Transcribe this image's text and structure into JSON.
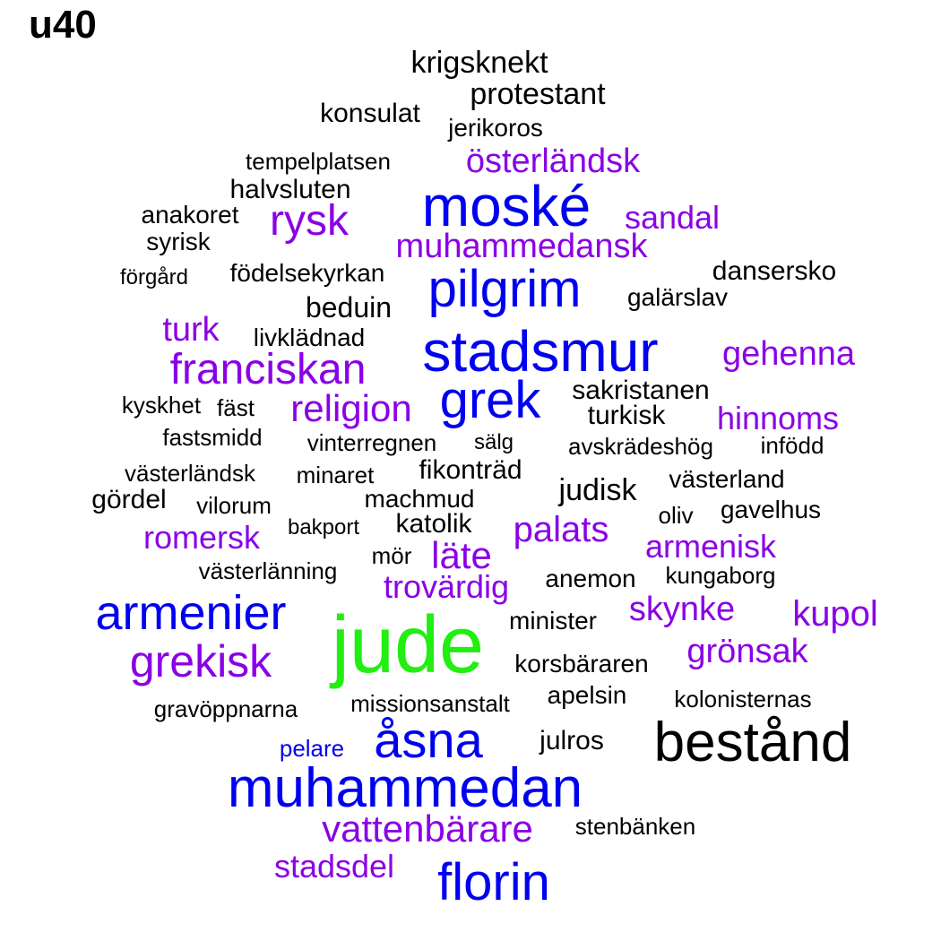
{
  "title": "u40",
  "colors": {
    "black": "#000000",
    "purple": "#8a00e6",
    "blue": "#0000f0",
    "green": "#22ee11"
  },
  "words": [
    {
      "text": "krigsknekt",
      "color": "black"
    },
    {
      "text": "protestant",
      "color": "black"
    },
    {
      "text": "konsulat",
      "color": "black"
    },
    {
      "text": "jerikoros",
      "color": "black"
    },
    {
      "text": "tempelplatsen",
      "color": "black"
    },
    {
      "text": "österländsk",
      "color": "purple"
    },
    {
      "text": "halvsluten",
      "color": "black"
    },
    {
      "text": "moské",
      "color": "blue"
    },
    {
      "text": "anakoret",
      "color": "black"
    },
    {
      "text": "rysk",
      "color": "purple"
    },
    {
      "text": "sandal",
      "color": "purple"
    },
    {
      "text": "syrisk",
      "color": "black"
    },
    {
      "text": "muhammedansk",
      "color": "purple"
    },
    {
      "text": "förgård",
      "color": "black"
    },
    {
      "text": "födelsekyrkan",
      "color": "black"
    },
    {
      "text": "dansersko",
      "color": "black"
    },
    {
      "text": "pilgrim",
      "color": "blue"
    },
    {
      "text": "galärslav",
      "color": "black"
    },
    {
      "text": "beduin",
      "color": "black"
    },
    {
      "text": "turk",
      "color": "purple"
    },
    {
      "text": "livklädnad",
      "color": "black"
    },
    {
      "text": "stadsmur",
      "color": "blue"
    },
    {
      "text": "gehenna",
      "color": "purple"
    },
    {
      "text": "franciskan",
      "color": "purple"
    },
    {
      "text": "grek",
      "color": "blue"
    },
    {
      "text": "sakristanen",
      "color": "black"
    },
    {
      "text": "religion",
      "color": "purple"
    },
    {
      "text": "kyskhet",
      "color": "black"
    },
    {
      "text": "fäst",
      "color": "black"
    },
    {
      "text": "turkisk",
      "color": "black"
    },
    {
      "text": "hinnoms",
      "color": "purple"
    },
    {
      "text": "fastsmidd",
      "color": "black"
    },
    {
      "text": "vinterregnen",
      "color": "black"
    },
    {
      "text": "sälg",
      "color": "black"
    },
    {
      "text": "avskrädeshög",
      "color": "black"
    },
    {
      "text": "infödd",
      "color": "black"
    },
    {
      "text": "västerländsk",
      "color": "black"
    },
    {
      "text": "minaret",
      "color": "black"
    },
    {
      "text": "fikonträd",
      "color": "black"
    },
    {
      "text": "västerland",
      "color": "black"
    },
    {
      "text": "gördel",
      "color": "black"
    },
    {
      "text": "vilorum",
      "color": "black"
    },
    {
      "text": "machmud",
      "color": "black"
    },
    {
      "text": "judisk",
      "color": "black"
    },
    {
      "text": "oliv",
      "color": "black"
    },
    {
      "text": "gavelhus",
      "color": "black"
    },
    {
      "text": "bakport",
      "color": "black"
    },
    {
      "text": "katolik",
      "color": "black"
    },
    {
      "text": "palats",
      "color": "purple"
    },
    {
      "text": "romersk",
      "color": "purple"
    },
    {
      "text": "armenisk",
      "color": "purple"
    },
    {
      "text": "läte",
      "color": "purple"
    },
    {
      "text": "västerlänning",
      "color": "black"
    },
    {
      "text": "mör",
      "color": "black"
    },
    {
      "text": "anemon",
      "color": "black"
    },
    {
      "text": "kungaborg",
      "color": "black"
    },
    {
      "text": "trovärdig",
      "color": "purple"
    },
    {
      "text": "armenier",
      "color": "blue"
    },
    {
      "text": "skynke",
      "color": "purple"
    },
    {
      "text": "kupol",
      "color": "purple"
    },
    {
      "text": "minister",
      "color": "black"
    },
    {
      "text": "jude",
      "color": "green"
    },
    {
      "text": "grekisk",
      "color": "purple"
    },
    {
      "text": "grönsak",
      "color": "purple"
    },
    {
      "text": "korsbäraren",
      "color": "black"
    },
    {
      "text": "apelsin",
      "color": "black"
    },
    {
      "text": "kolonisternas",
      "color": "black"
    },
    {
      "text": "gravöppnarna",
      "color": "black"
    },
    {
      "text": "missionsanstalt",
      "color": "black"
    },
    {
      "text": "åsna",
      "color": "blue"
    },
    {
      "text": "bestånd",
      "color": "black"
    },
    {
      "text": "pelare",
      "color": "blue"
    },
    {
      "text": "julros",
      "color": "black"
    },
    {
      "text": "muhammedan",
      "color": "blue"
    },
    {
      "text": "vattenbärare",
      "color": "purple"
    },
    {
      "text": "stenbänken",
      "color": "black"
    },
    {
      "text": "stadsdel",
      "color": "purple"
    },
    {
      "text": "florin",
      "color": "blue"
    }
  ]
}
